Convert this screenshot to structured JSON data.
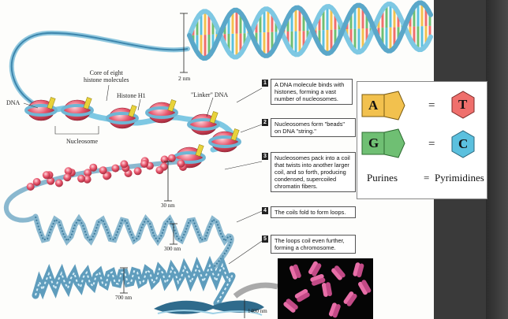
{
  "labels": {
    "core": "Core of eight\nhistone molecules",
    "dna": "DNA",
    "histone_h1": "Histone H1",
    "linker": "\"Linker\" DNA",
    "nucleosome": "Nucleosome",
    "nm2": "2 nm",
    "nm30": "30 nm",
    "nm300": "300 nm",
    "nm700": "700 nm",
    "nm1400": "1400 nm"
  },
  "steps": [
    {
      "num": "1",
      "text": "A DNA molecule binds with histones, forming a vast number of nucleosomes."
    },
    {
      "num": "2",
      "text": "Nucleosomes form \"beads\" on DNA \"string.\""
    },
    {
      "num": "3",
      "text": "Nucleosomes pack into a coil that twists into another larger coil, and so forth, producing condensed, supercoiled chromatin fibers."
    },
    {
      "num": "4",
      "text": "The coils fold to form loops."
    },
    {
      "num": "5",
      "text": "The loops coil even further, forming a chromosome."
    }
  ],
  "legend": {
    "purine1": "A",
    "pyrimidine1": "T",
    "purine2": "G",
    "pyrimidine2": "C",
    "equals": "=",
    "purines_label": "Purines",
    "pyrimidines_label": "Pyrimidines"
  },
  "colors": {
    "adenine": "#f2c14e",
    "thymine": "#ef6f6c",
    "guanine": "#6fbf73",
    "cytosine": "#5bc0de",
    "backbone": "#7ec8e3",
    "histone": "#e8566c",
    "h1": "#e8d23a"
  }
}
